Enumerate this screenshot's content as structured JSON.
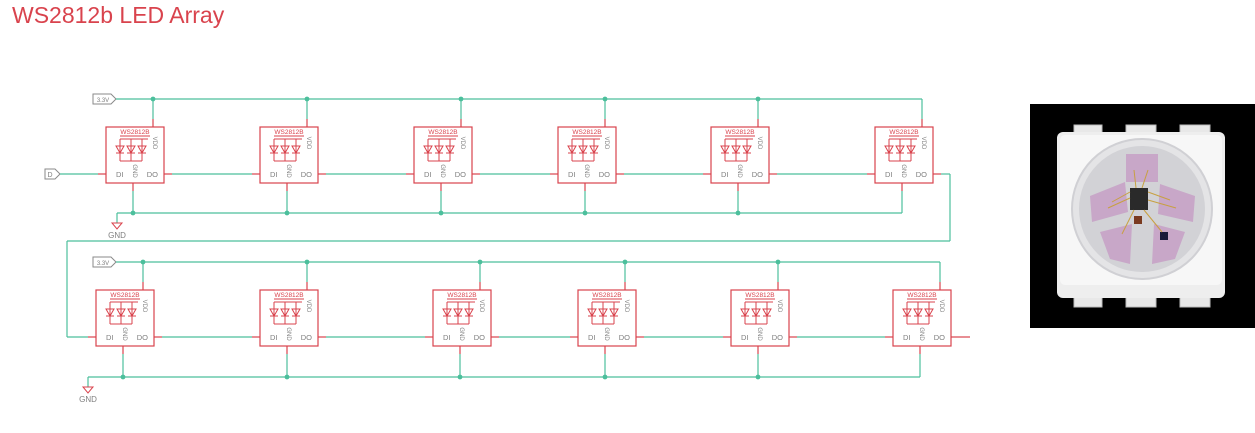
{
  "page": {
    "title": "WS2812b LED Array"
  },
  "colors": {
    "title": "#d9434d",
    "wire": "#4cbf9c",
    "part": "#d9434d",
    "label": "#7f7f7f",
    "background": "#ffffff",
    "photo_bg": "#000000"
  },
  "schematic": {
    "rows": [
      {
        "power_label": "3.3V",
        "ground_label": "GND",
        "input_label": "D",
        "chips": [
          {
            "part": "WS2812B",
            "di": "DI",
            "do": "DO",
            "gnd": "GND",
            "vdd": "VDD"
          },
          {
            "part": "WS2812B",
            "di": "DI",
            "do": "DO",
            "gnd": "GND",
            "vdd": "VDD"
          },
          {
            "part": "WS2812B",
            "di": "DI",
            "do": "DO",
            "gnd": "GND",
            "vdd": "VDD"
          },
          {
            "part": "WS2812B",
            "di": "DI",
            "do": "DO",
            "gnd": "GND",
            "vdd": "VDD"
          },
          {
            "part": "WS2812B",
            "di": "DI",
            "do": "DO",
            "gnd": "GND",
            "vdd": "VDD"
          },
          {
            "part": "WS2812B",
            "di": "DI",
            "do": "DO",
            "gnd": "GND",
            "vdd": "VDD"
          }
        ]
      },
      {
        "power_label": "3.3V",
        "ground_label": "GND",
        "chips": [
          {
            "part": "WS2812B",
            "di": "DI",
            "do": "DO",
            "gnd": "GND",
            "vdd": "VDD"
          },
          {
            "part": "WS2812B",
            "di": "DI",
            "do": "DO",
            "gnd": "GND",
            "vdd": "VDD"
          },
          {
            "part": "WS2812B",
            "di": "DI",
            "do": "DO",
            "gnd": "GND",
            "vdd": "VDD"
          },
          {
            "part": "WS2812B",
            "di": "DI",
            "do": "DO",
            "gnd": "GND",
            "vdd": "VDD"
          },
          {
            "part": "WS2812B",
            "di": "DI",
            "do": "DO",
            "gnd": "GND",
            "vdd": "VDD"
          },
          {
            "part": "WS2812B",
            "di": "DI",
            "do": "DO",
            "gnd": "GND",
            "vdd": "VDD"
          }
        ]
      }
    ]
  }
}
